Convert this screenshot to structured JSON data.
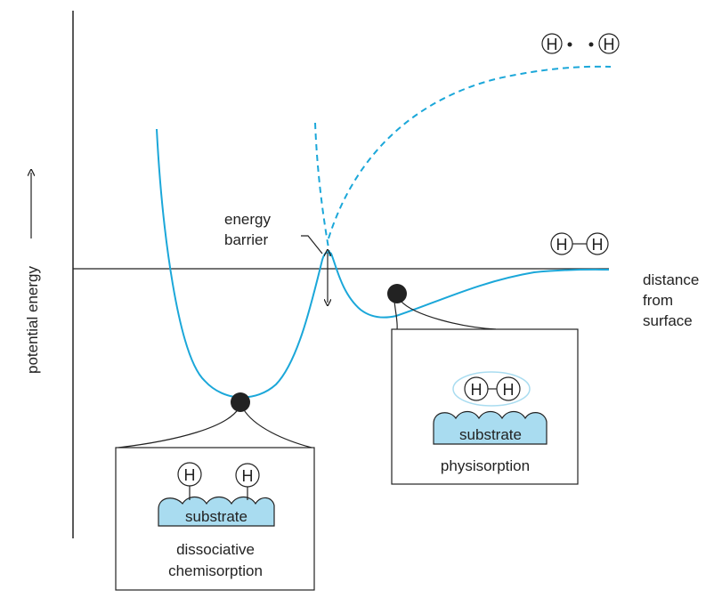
{
  "axes": {
    "y_label": "potential energy",
    "x_label_lines": [
      "distance",
      "from",
      "surface"
    ]
  },
  "annotations": {
    "barrier_lines": [
      "energy",
      "barrier"
    ]
  },
  "atoms": {
    "symbol": "H"
  },
  "boxes": {
    "chemisorption": {
      "substrate": "substrate",
      "caption_lines": [
        "dissociative",
        "chemisorption"
      ]
    },
    "physisorption": {
      "substrate": "substrate",
      "caption": "physisorption"
    }
  },
  "colors": {
    "curve": "#1ba7d9",
    "substrate_fill": "#a9dcf0",
    "ink": "#222222"
  }
}
